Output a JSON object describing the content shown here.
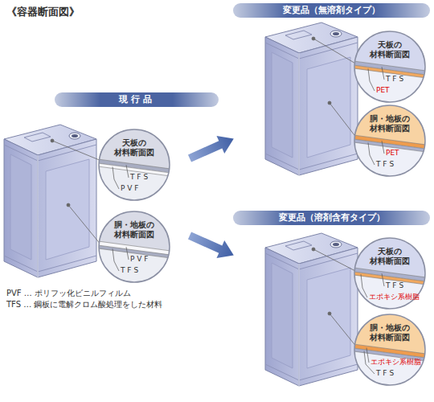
{
  "diagram": {
    "title": "《容器断面図》",
    "nodes": [
      {
        "text": [
          "現行品"
        ]
      },
      {
        "text": [
          "天板の 材料断面図"
        ]
      },
      {
        "text": [
          "胴・地板の 材料断面図"
        ]
      },
      {
        "text": [
          "変更品（無溶剤タイプ）"
        ]
      },
      {
        "text": [
          "天板の 材料断面図"
        ]
      },
      {
        "text": [
          "胴・地板の 材料断面図"
        ]
      },
      {
        "text": [
          "変更品（溶剤含有タイプ）"
        ]
      },
      {
        "text": [
          "天板の 材料断面図"
        ]
      },
      {
        "text": [
          "胴・地板の 材料断面図"
        ]
      }
    ],
    "labels": [
      "T F S",
      "P V F",
      "P V F",
      "T F S",
      "T F S",
      "PET",
      "PET",
      "T F S",
      "T F S",
      "エポキシ系樹脂",
      "エポキシ系樹脂",
      "T F S",
      "PVF … ポリフッ化ビニルフィルム",
      "TFS … 鋼板に電解クロム酸処理をした材料"
    ]
  }
}
